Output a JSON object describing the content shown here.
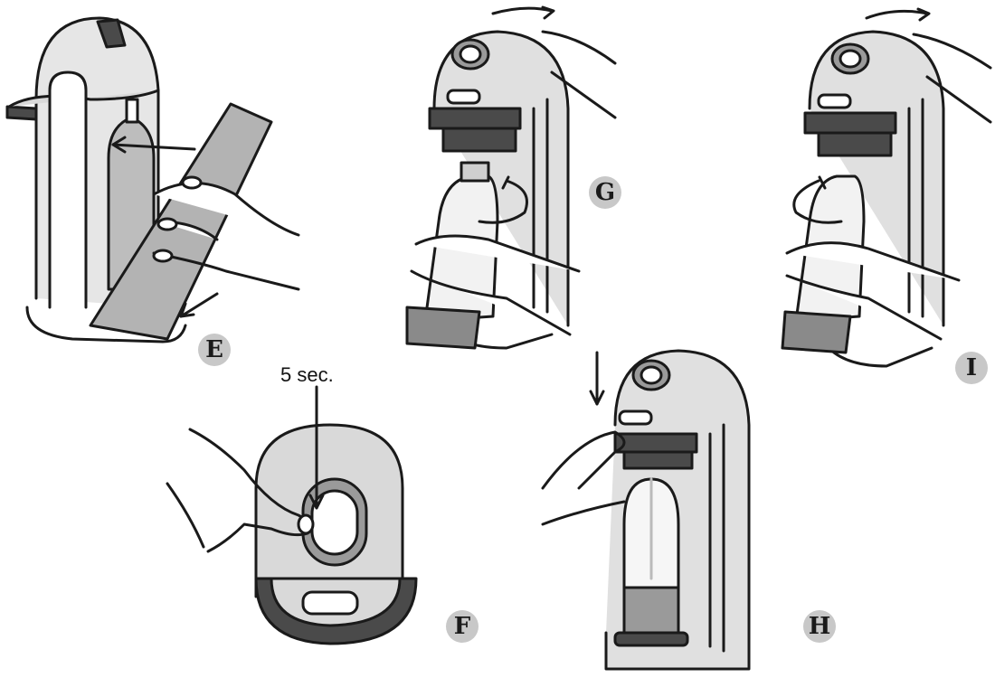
{
  "steps": {
    "e": {
      "label": "E"
    },
    "f": {
      "label": "F",
      "caption": "5 sec."
    },
    "g": {
      "label": "G"
    },
    "h": {
      "label": "H"
    },
    "i": {
      "label": "I"
    }
  },
  "colors": {
    "line": "#1a1a1a",
    "body": "#d9d9d9",
    "dark": "#4a4a4a",
    "badge": "#c8c8c8"
  }
}
